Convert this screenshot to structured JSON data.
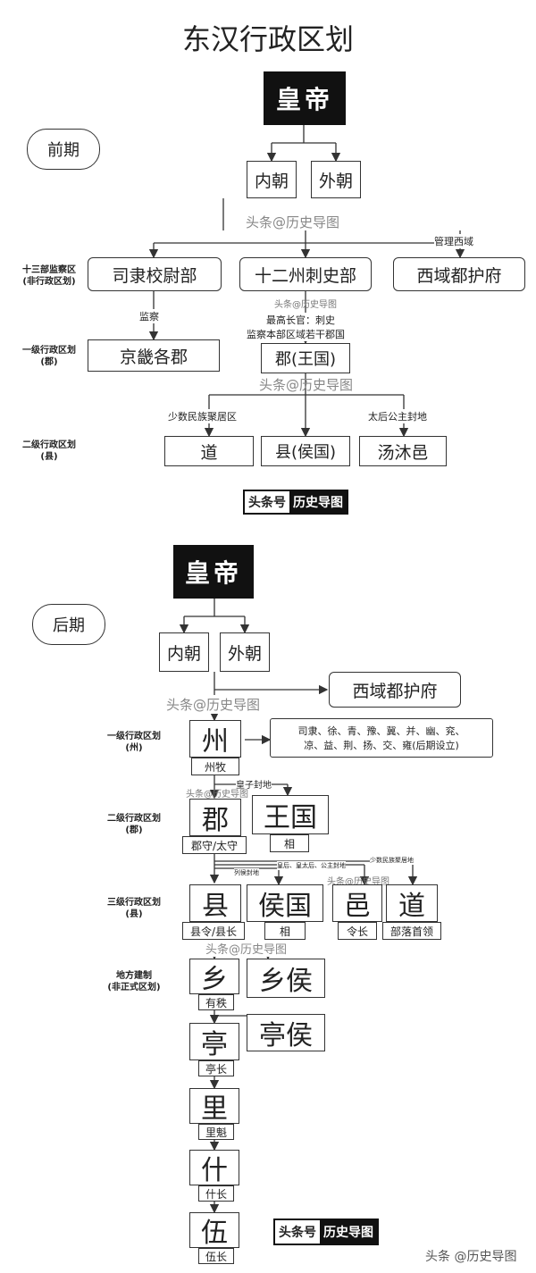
{
  "title": "东汉行政区划",
  "early": {
    "period": "前期",
    "emperor": "皇帝",
    "inner": "内朝",
    "outer": "外朝",
    "wm1": "头条@历史导图",
    "side1": "十三部监察区\n(非行政区划)",
    "n1": "司隶校尉部",
    "n2": "十二州刺史部",
    "n3": "西域都护府",
    "manage_west": "管理西域",
    "supervise": "监察",
    "wm_small": "头条@历史导图",
    "chief1": "最高长官：刺史",
    "chief2": "监察本部区域若干郡国",
    "side2": "一级行政区划\n(郡)",
    "jingji": "京畿各郡",
    "jun": "郡(王国)",
    "wm2": "头条@历史导图",
    "minority": "少数民族聚居区",
    "empress": "太后公主封地",
    "side3": "二级行政区划\n(县)",
    "dao": "道",
    "xian": "县(侯国)",
    "tangmu": "汤沐邑",
    "brand_a": "头条号",
    "brand_b": "历史导图"
  },
  "late": {
    "period": "后期",
    "emperor": "皇帝",
    "inner": "内朝",
    "outer": "外朝",
    "wm1": "头条@历史导图",
    "xiyu": "西域都护府",
    "side1": "一级行政区划\n(州)",
    "zhou": "州",
    "zhoumu": "州牧",
    "list1": "司隶、徐、青、豫、冀、并、幽、兖、",
    "list2": "凉、益、荆、扬、交、雍(后期设立)",
    "prince_land": "皇子封地",
    "wm2": "头条@历史导图",
    "side2": "二级行政区划\n(郡)",
    "jun": "郡",
    "junshou": "郡守/太守",
    "wangguo": "王国",
    "xiang": "相",
    "liehou": "列侯封地",
    "huanghou": "皇后、皇太后、公主封地",
    "shaoshu": "少数民族聚居地",
    "wm3": "头条@历史导图",
    "side3": "三级行政区划\n(县)",
    "xian": "县",
    "xianling": "县令/县长",
    "houguo": "侯国",
    "xiang2": "相",
    "yi": "邑",
    "lingzhang": "令长",
    "dao": "道",
    "buluo": "部落首领",
    "wm4": "头条@历史导图",
    "side4": "地方建制\n(非正式区划)",
    "xiangv": "乡",
    "youzhi": "有秩",
    "xianghou": "乡侯",
    "ting": "亭",
    "tingzhang": "亭长",
    "tinghou": "亭侯",
    "li": "里",
    "likui": "里魁",
    "shi": "什",
    "shizhang": "什长",
    "wu": "伍",
    "wuzhang": "伍长",
    "brand_a": "头条号",
    "brand_b": "历史导图",
    "footer": "头条 @历史导图"
  }
}
